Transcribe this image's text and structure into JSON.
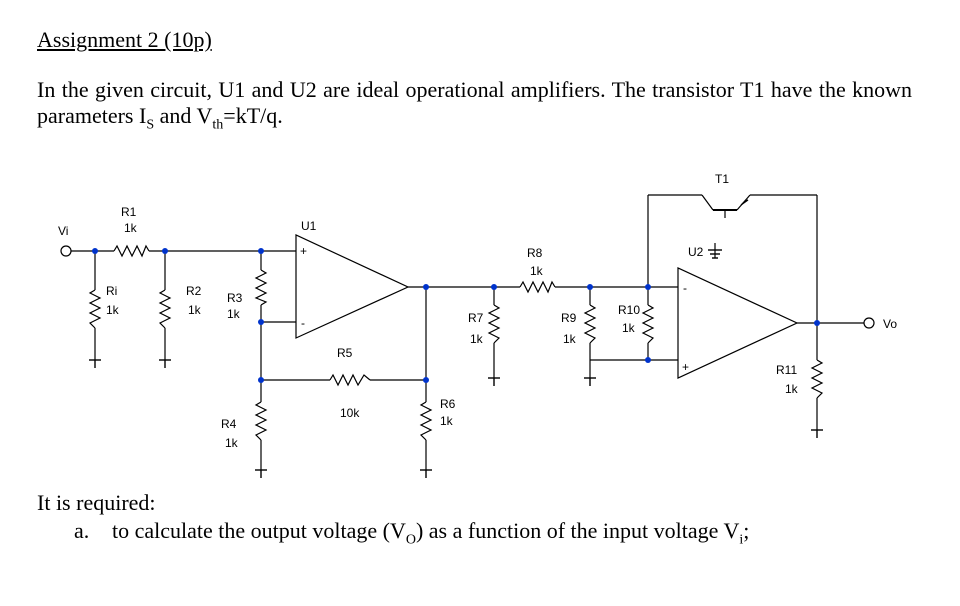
{
  "title": "Assignment 2 (10p)",
  "intro": {
    "part1": "In the given circuit, U1 and U2 are ideal operational amplifiers. The transistor T1 have the known parameters I",
    "sub_s": "S",
    "part2": " and V",
    "sub_th": "th",
    "part3": "=kT/q."
  },
  "requirement": {
    "lead": "It is required:",
    "item_a": {
      "marker": "a.",
      "text_pre": "to calculate the output voltage (V",
      "sub_o": "O",
      "text_mid": ") as a function of the input voltage V",
      "sub_i": "i",
      "text_end": ";"
    }
  },
  "circuit": {
    "vi": "Vi",
    "vo": "Vo",
    "u1": "U1",
    "u2": "U2",
    "t1": "T1",
    "r1": {
      "name": "R1",
      "value": "1k"
    },
    "ri": {
      "name": "Ri",
      "value": "1k"
    },
    "r2": {
      "name": "R2",
      "value": "1k"
    },
    "r3": {
      "name": "R3",
      "value": "1k"
    },
    "r4": {
      "name": "R4",
      "value": "1k"
    },
    "r5": {
      "name": "R5",
      "value": "10k"
    },
    "r6": {
      "name": "R6",
      "value": "1k"
    },
    "r7": {
      "name": "R7",
      "value": "1k"
    },
    "r8": {
      "name": "R8",
      "value": "1k"
    },
    "r9": {
      "name": "R9",
      "value": "1k"
    },
    "r10": {
      "name": "R10",
      "value": "1k"
    },
    "r11": {
      "name": "R11",
      "value": "1k"
    },
    "plus": "+",
    "minus": "-"
  }
}
